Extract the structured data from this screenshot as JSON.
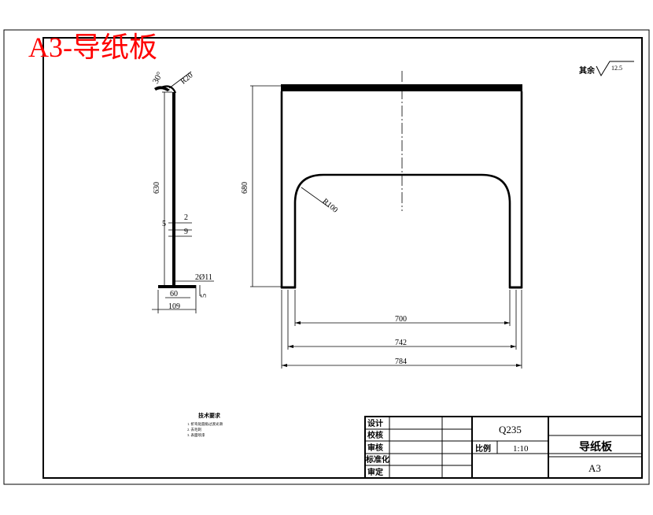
{
  "title_overlay": "A3-导纸板",
  "surface_finish": {
    "prefix": "其余",
    "value": "12.5"
  },
  "side_view": {
    "angle": "30°",
    "radius": "R20",
    "height": "630",
    "dim_2": "2",
    "dim_5a": "5",
    "dim_9": "9",
    "dim_hole": "2Ø11",
    "dim_60": "60",
    "dim_5b": "5",
    "dim_109": "109"
  },
  "front_view": {
    "height": "680",
    "radius": "R100",
    "w700": "700",
    "w742": "742",
    "w784": "784"
  },
  "tech_notes": {
    "title": "技术要求",
    "lines": [
      "1. 折弯处圆角过渡光滑",
      "2. 去毛刺",
      "3. 表面喷漆"
    ]
  },
  "title_block": {
    "rows": [
      "设计",
      "校核",
      "审核",
      "标准化",
      "审定"
    ],
    "material": "Q235",
    "scale_label": "比例",
    "scale_value": "1:10",
    "part_name": "导纸板",
    "sheet_size": "A3"
  }
}
